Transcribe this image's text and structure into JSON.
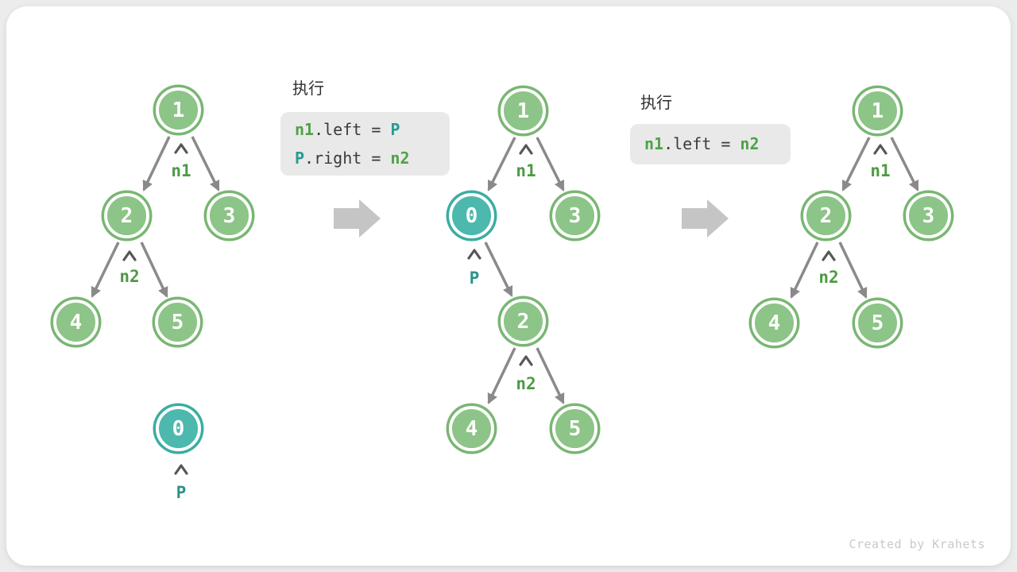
{
  "title_text": "执行",
  "watermark": "Created by Krahets",
  "colors": {
    "node_green_fill": "#8dc487",
    "node_green_ring": "#79b673",
    "node_teal_fill": "#4cb8ae",
    "node_teal_ring": "#3aada2",
    "pointer_label_green": "#4e9a44",
    "pointer_label_teal": "#2d938a",
    "code_green": "#4ea247",
    "code_teal": "#2a9a92",
    "code_background": "#e9e9e9",
    "edge_gray": "#8a8a8a",
    "big_arrow_gray": "#c5c5c5",
    "panel_background": "#ffffff"
  },
  "left_tree": {
    "nodes": [
      {
        "value": "1"
      },
      {
        "value": "2"
      },
      {
        "value": "3"
      },
      {
        "value": "4"
      },
      {
        "value": "5"
      },
      {
        "value": "0"
      }
    ],
    "edges": [
      [
        "1",
        "2"
      ],
      [
        "1",
        "3"
      ],
      [
        "2",
        "4"
      ],
      [
        "2",
        "5"
      ]
    ],
    "pointer_labels": [
      {
        "text": "n1",
        "target": "1"
      },
      {
        "text": "n2",
        "target": "2"
      },
      {
        "text": "P",
        "target": "0"
      }
    ]
  },
  "code_box_1": {
    "header": "执行",
    "lines": [
      {
        "tokens": [
          {
            "text": "n1"
          },
          {
            "text": ".left = "
          },
          {
            "text": "P"
          }
        ]
      },
      {
        "tokens": [
          {
            "text": "P"
          },
          {
            "text": ".right = "
          },
          {
            "text": "n2"
          }
        ]
      }
    ]
  },
  "middle_tree": {
    "nodes": [
      {
        "value": "1"
      },
      {
        "value": "0"
      },
      {
        "value": "3"
      },
      {
        "value": "2"
      },
      {
        "value": "4"
      },
      {
        "value": "5"
      }
    ],
    "edges": [
      [
        "1",
        "0"
      ],
      [
        "1",
        "3"
      ],
      [
        "0",
        "2"
      ],
      [
        "2",
        "4"
      ],
      [
        "2",
        "5"
      ]
    ],
    "pointer_labels": [
      {
        "text": "n1",
        "target": "1"
      },
      {
        "text": "P",
        "target": "0"
      },
      {
        "text": "n2",
        "target": "2"
      }
    ]
  },
  "code_box_2": {
    "header": "执行",
    "lines": [
      {
        "tokens": [
          {
            "text": "n1"
          },
          {
            "text": ".left = "
          },
          {
            "text": "n2"
          }
        ]
      }
    ]
  },
  "right_tree": {
    "nodes": [
      {
        "value": "1"
      },
      {
        "value": "2"
      },
      {
        "value": "3"
      },
      {
        "value": "4"
      },
      {
        "value": "5"
      }
    ],
    "edges": [
      [
        "1",
        "2"
      ],
      [
        "1",
        "3"
      ],
      [
        "2",
        "4"
      ],
      [
        "2",
        "5"
      ]
    ],
    "pointer_labels": [
      {
        "text": "n1",
        "target": "1"
      },
      {
        "text": "n2",
        "target": "2"
      }
    ]
  }
}
